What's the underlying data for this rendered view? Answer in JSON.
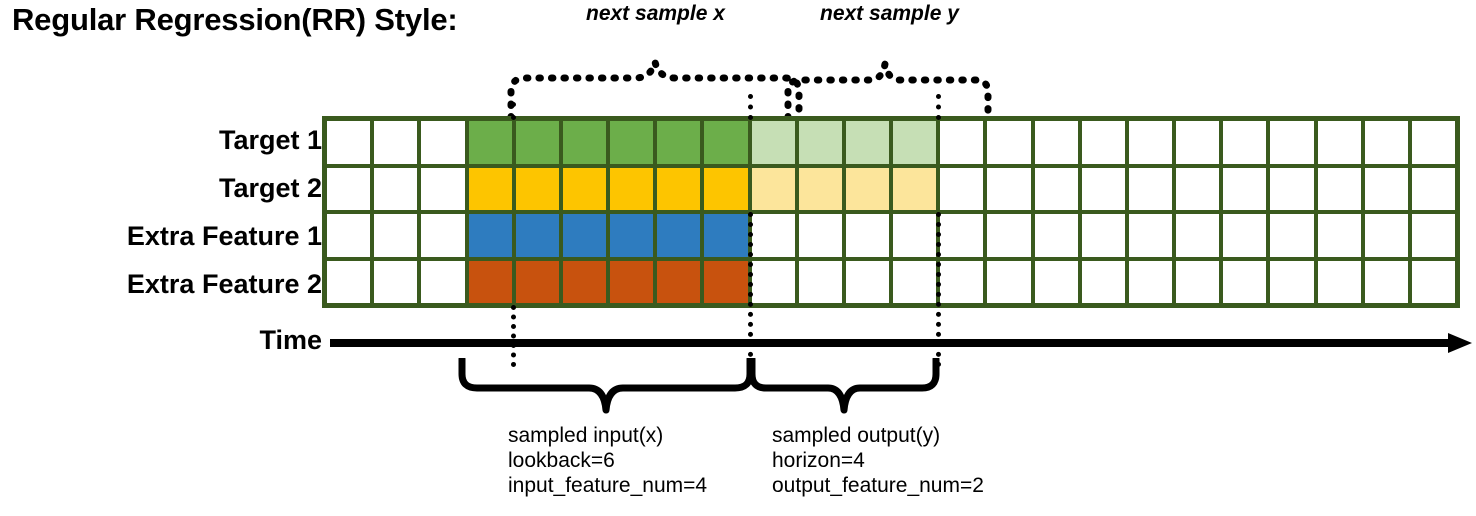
{
  "title": "Regular Regression(RR) Style:",
  "rows": [
    {
      "label": "Target 1",
      "color": "#6CAE4A",
      "light": "#C6DFB5",
      "has_output": true
    },
    {
      "label": "Target 2",
      "color": "#FDC500",
      "light": "#FCE59B",
      "has_output": true
    },
    {
      "label": "Extra Feature 1",
      "color": "#2E7CBF",
      "light": "",
      "has_output": false
    },
    {
      "label": "Extra Feature 2",
      "color": "#C8520E",
      "light": "",
      "has_output": false
    }
  ],
  "grid": {
    "total_columns": 24,
    "leading_blank_columns": 3,
    "input_columns": 6,
    "output_columns": 4,
    "trailing_blank_columns": 11,
    "border_color": "#3A5A1E"
  },
  "axis": {
    "label": "Time"
  },
  "top_annotations": [
    {
      "text": "next sample x"
    },
    {
      "text": "next sample y"
    }
  ],
  "bottom_annotations": [
    {
      "line1": "sampled input(x)",
      "line2": "lookback=6",
      "line3": "input_feature_num=4"
    },
    {
      "line1": "sampled output(y)",
      "line2": "horizon=4",
      "line3": "output_feature_num=2"
    }
  ]
}
